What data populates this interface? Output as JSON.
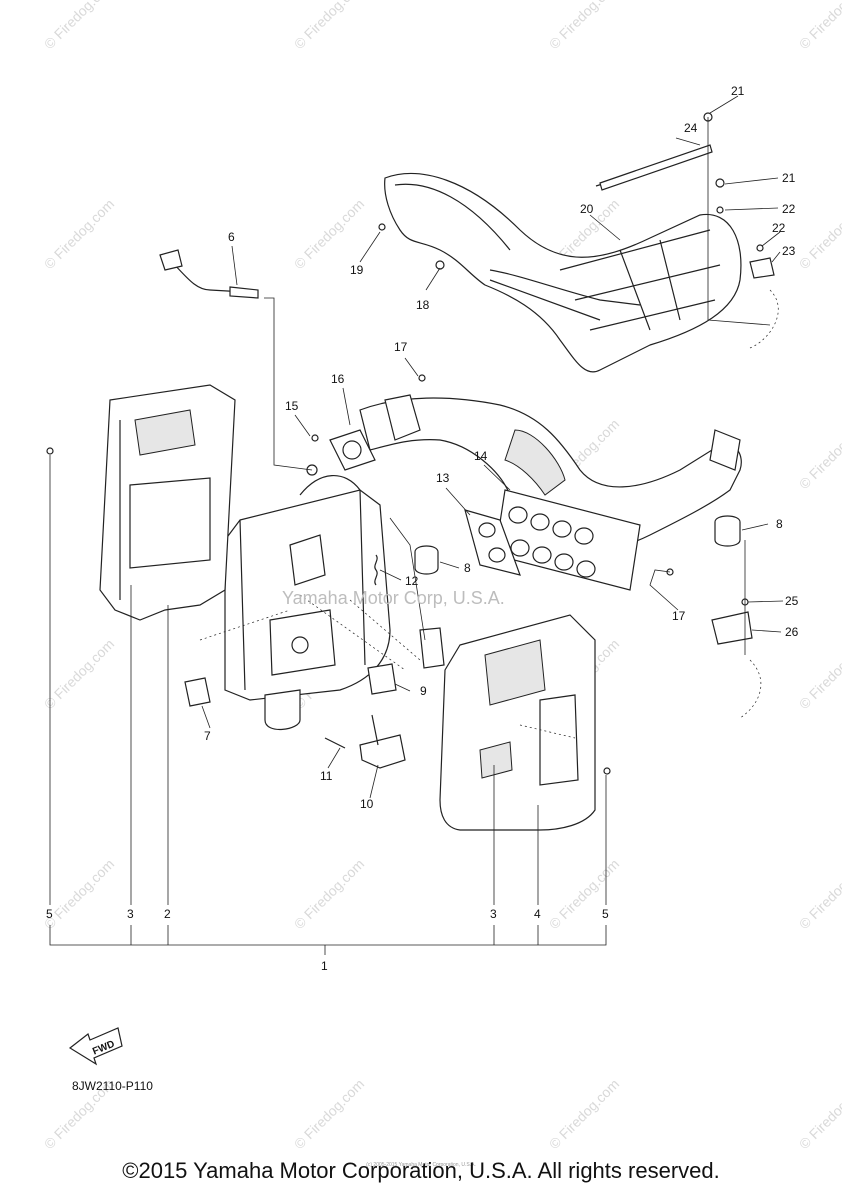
{
  "watermark": {
    "diagonal_text": "© Firedog.com",
    "center_text": "Yamaha Motor Corp, U.S.A."
  },
  "callouts": {
    "c1": "1",
    "c2": "2",
    "c3a": "3",
    "c3b": "3",
    "c4": "4",
    "c5a": "5",
    "c5b": "5",
    "c6": "6",
    "c7": "7",
    "c8a": "8",
    "c8b": "8",
    "c9": "9",
    "c10": "10",
    "c11": "11",
    "c12": "12",
    "c13": "13",
    "c14": "14",
    "c15": "15",
    "c16": "16",
    "c17a": "17",
    "c17b": "17",
    "c18": "18",
    "c19": "19",
    "c20": "20",
    "c21a": "21",
    "c21b": "21",
    "c22a": "22",
    "c22b": "22",
    "c23": "23",
    "c24": "24",
    "c25": "25",
    "c26": "26"
  },
  "fwd_label": "FWD",
  "diagram_code": "8JW2110-P110",
  "fine_print": "(c) 2005-2015 Yamaha Motor Corporation, U.S.A.",
  "copyright": "©2015 Yamaha Motor Corporation, U.S.A. All rights reserved."
}
